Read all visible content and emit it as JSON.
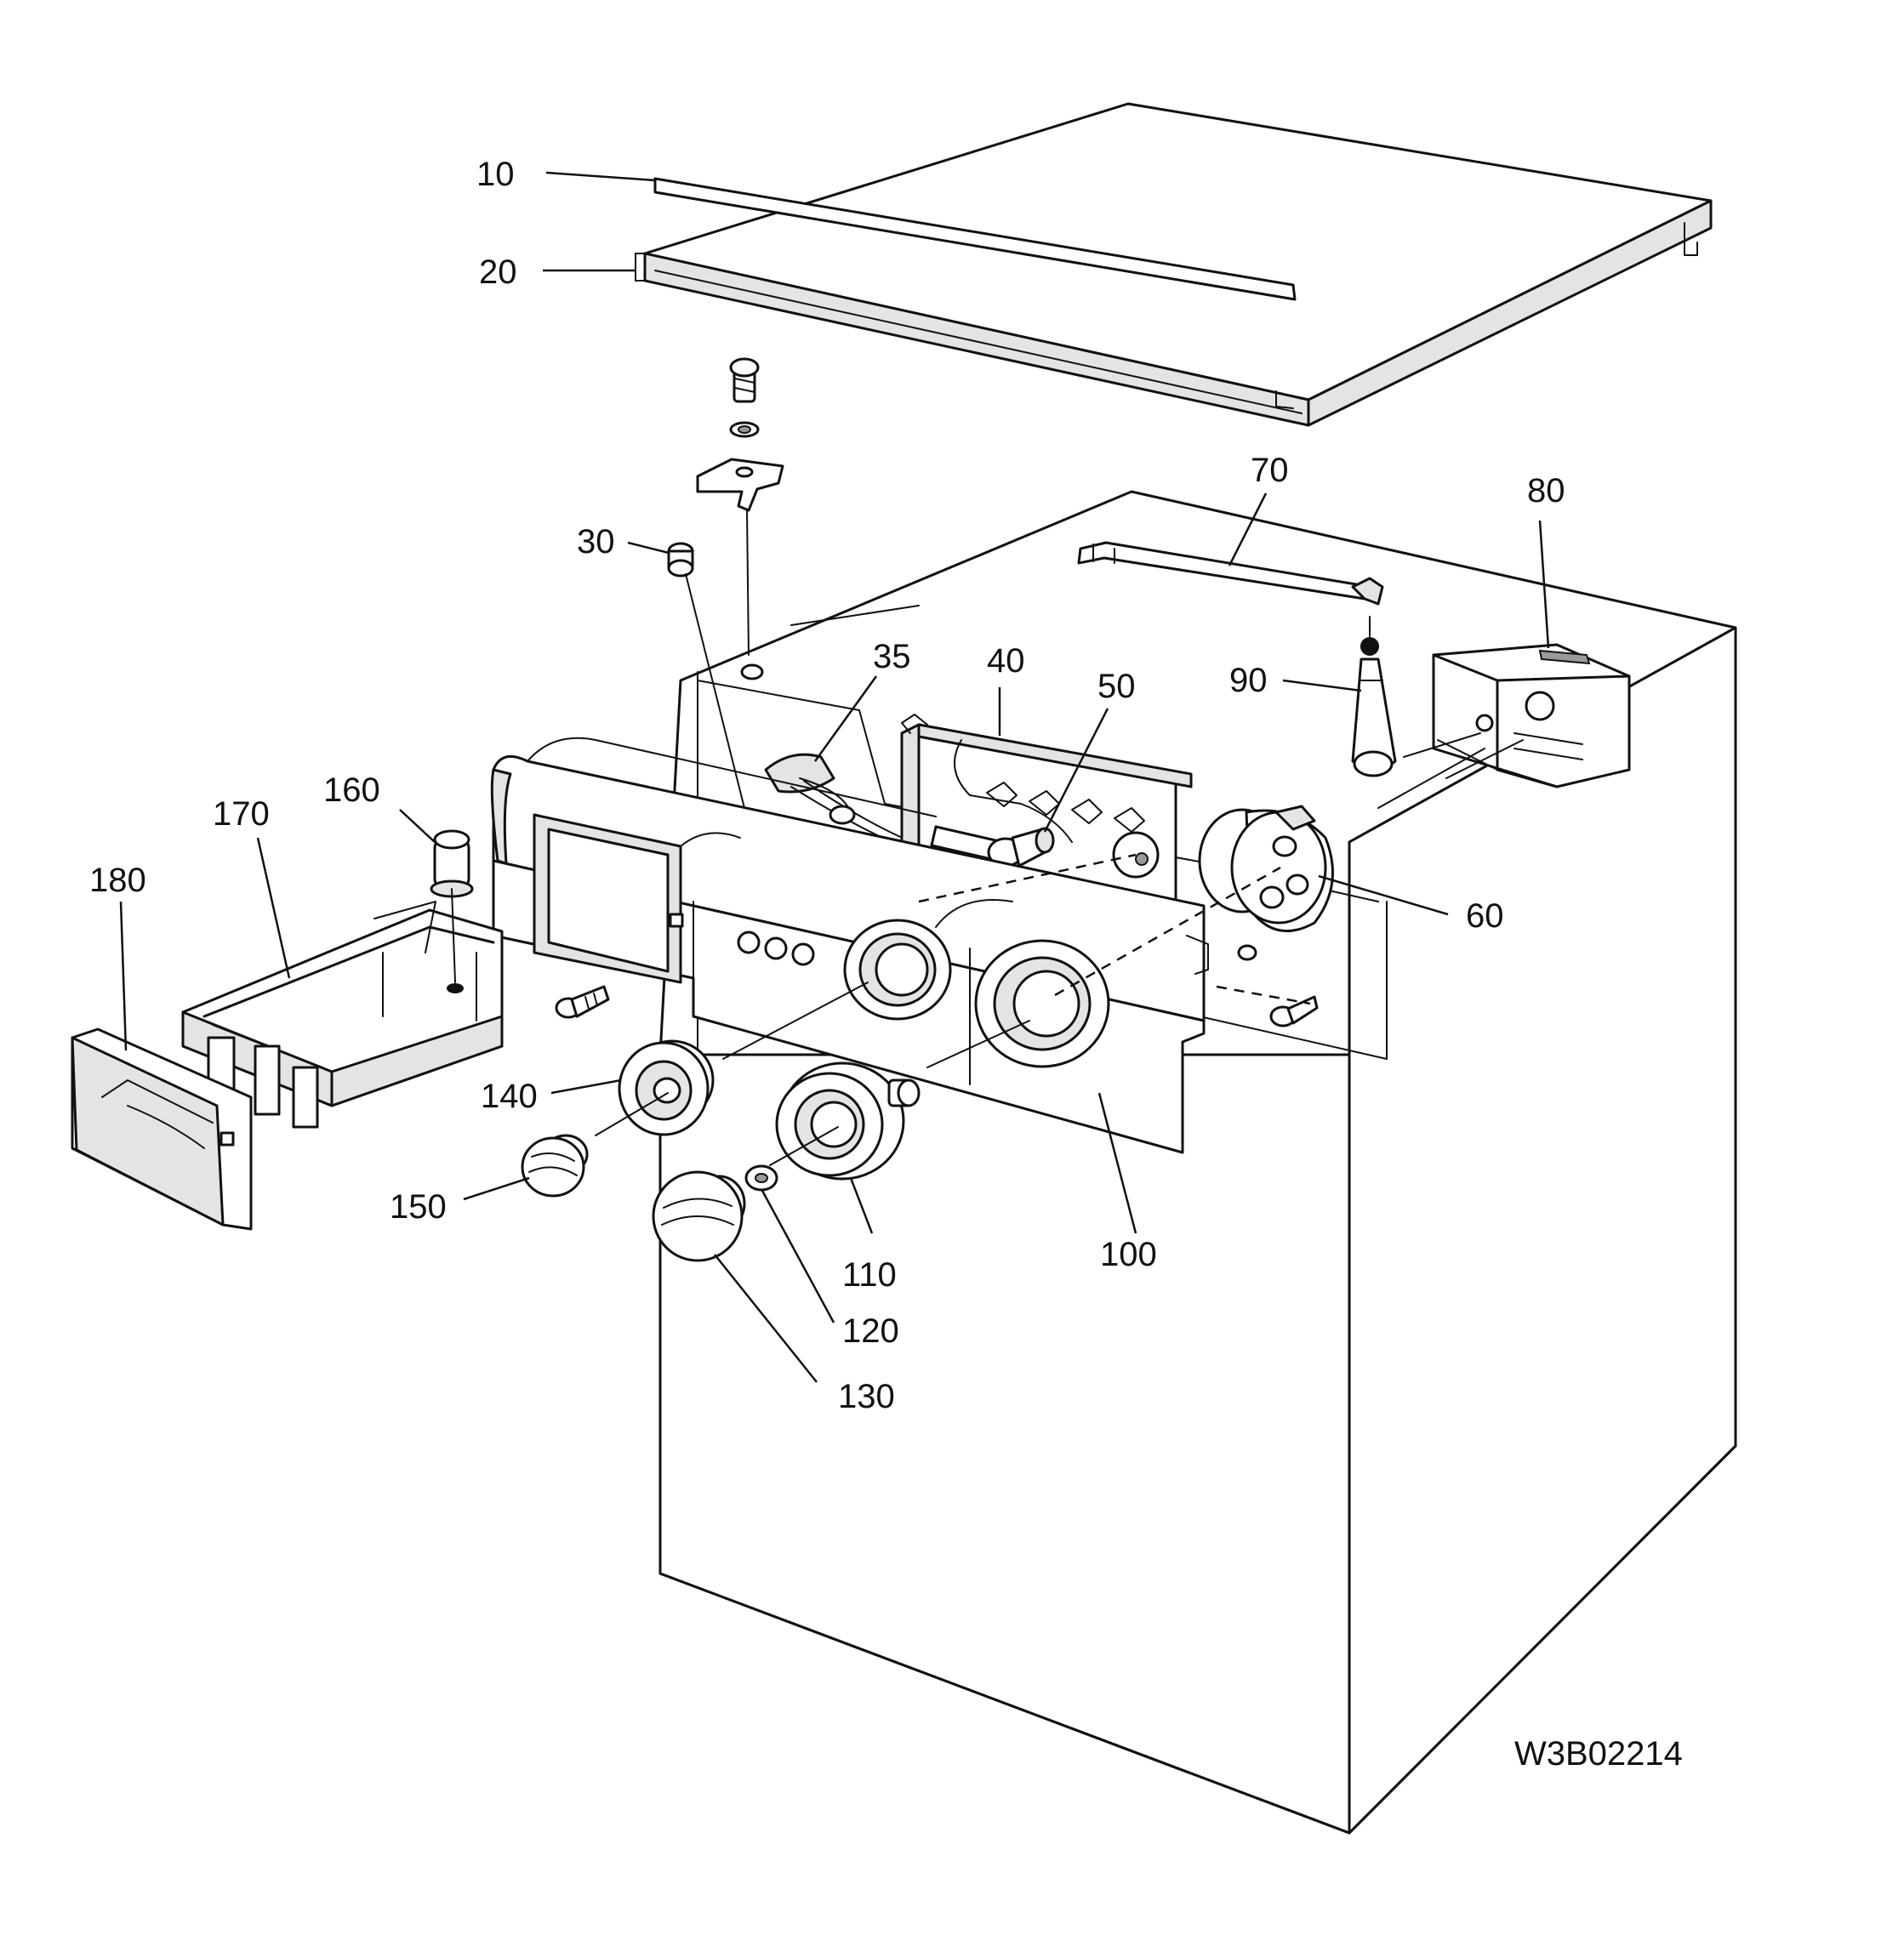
{
  "drawing_reference": "W3B02214",
  "callouts": {
    "c10": "10",
    "c20": "20",
    "c30": "30",
    "c35": "35",
    "c40": "40",
    "c50": "50",
    "c60": "60",
    "c70": "70",
    "c80": "80",
    "c90": "90",
    "c100": "100",
    "c110": "110",
    "c120": "120",
    "c130": "130",
    "c140": "140",
    "c150": "150",
    "c160": "160",
    "c170": "170",
    "c180": "180"
  }
}
